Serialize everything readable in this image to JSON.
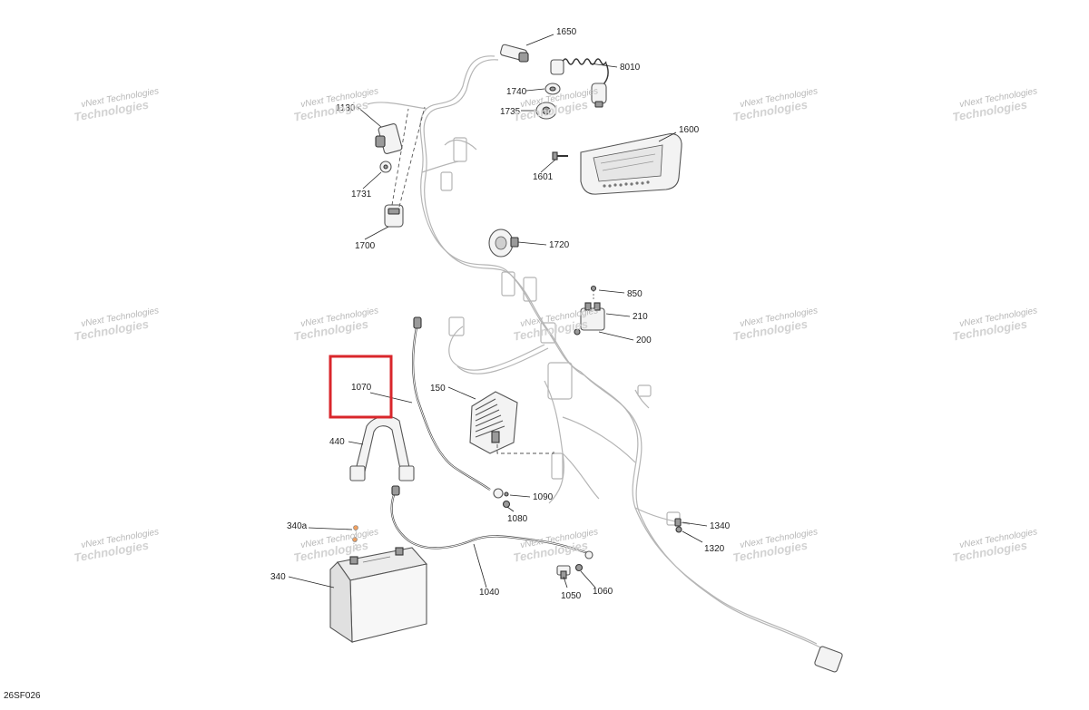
{
  "diagram": {
    "figure_id": "26SF026",
    "watermark": {
      "line1": "vNext Technologies",
      "line2": "Technologies"
    },
    "highlight_color": "#d9262b",
    "callouts": {
      "c1650": "1650",
      "c8010": "8010",
      "c1740": "1740",
      "c1735": "1735",
      "c1130": "1130",
      "c1731": "1731",
      "c1700": "1700",
      "c1600": "1600",
      "c1601": "1601",
      "c1720": "1720",
      "c850": "850",
      "c210": "210",
      "c200": "200",
      "c1070": "1070",
      "c150": "150",
      "c440": "440",
      "c1090": "1090",
      "c1080": "1080",
      "c1340": "1340",
      "c1320": "1320",
      "c340a": "340a",
      "c340": "340",
      "c1040": "1040",
      "c1050": "1050",
      "c1060": "1060"
    }
  }
}
